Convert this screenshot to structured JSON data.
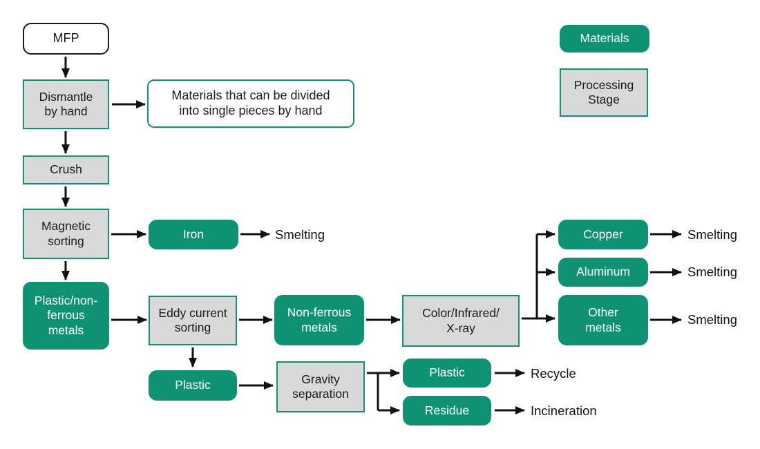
{
  "colors": {
    "green": "#0e9273",
    "gray": "#d9d9d9",
    "ink": "#111111"
  },
  "nodes": {
    "mfp": "MFP",
    "dismantle": "Dismantle\nby hand",
    "note": "Materials that can be divided\ninto single pieces by hand",
    "crush": "Crush",
    "magnetic_sorting": "Magnetic\nsorting",
    "iron": "Iron",
    "plastic_nonferrous": "Plastic/non-\nferrous\nmetals",
    "eddy_current_sorting": "Eddy current\nsorting",
    "nonferrous_metals": "Non-ferrous\nmetals",
    "color_infrared_xray": "Color/Infrared/\nX-ray",
    "copper": "Copper",
    "aluminum": "Aluminum",
    "other_metals": "Other\nmetals",
    "plastic_stream": "Plastic",
    "gravity_separation": "Gravity\nseparation",
    "plastic_output": "Plastic",
    "residue": "Residue"
  },
  "terminals": {
    "smelting_iron": "Smelting",
    "smelting_copper": "Smelting",
    "smelting_aluminum": "Smelting",
    "smelting_other": "Smelting",
    "recycle": "Recycle",
    "incineration": "Incineration"
  },
  "legend": {
    "materials": "Materials",
    "processing_stage": "Processing\nStage"
  }
}
